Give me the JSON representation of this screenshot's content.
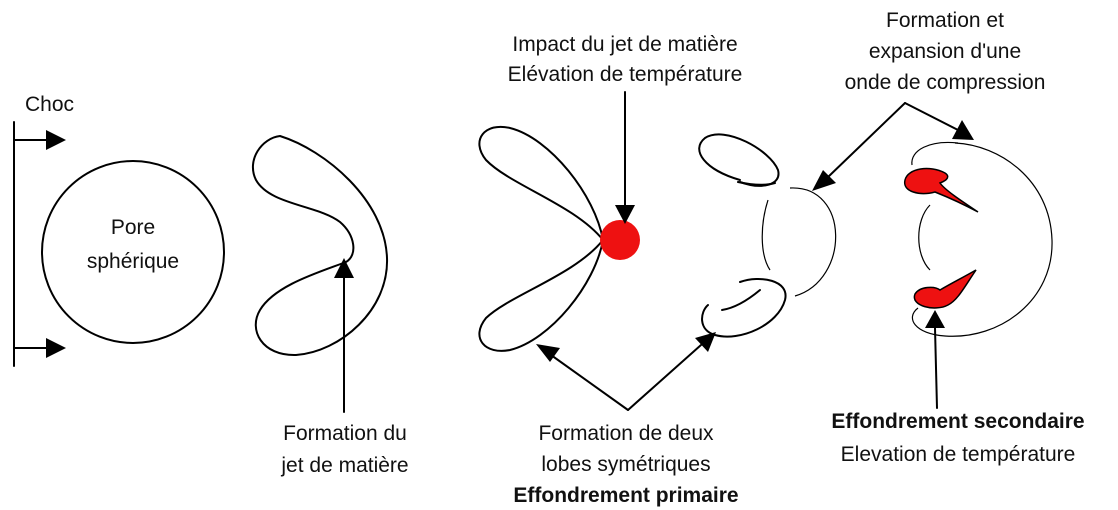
{
  "labels": {
    "choc": "Choc",
    "pore_line1": "Pore",
    "pore_line2": "sphérique",
    "jet_line1": "Formation du",
    "jet_line2": "jet de matière",
    "impact_line1": "Impact du jet de matière",
    "impact_line2": "Elévation de température",
    "lobes_line1": "Formation de deux",
    "lobes_line2": "lobes symétriques",
    "lobes_line3": "Effondrement primaire",
    "wave_line1": "Formation et",
    "wave_line2": "expansion d'une",
    "wave_line3": "onde de compression",
    "secondary_line1": "Effondrement secondaire",
    "secondary_line2": "Elevation de température"
  },
  "colors": {
    "hot_spot": "#ee1111",
    "ink": "#000000"
  }
}
